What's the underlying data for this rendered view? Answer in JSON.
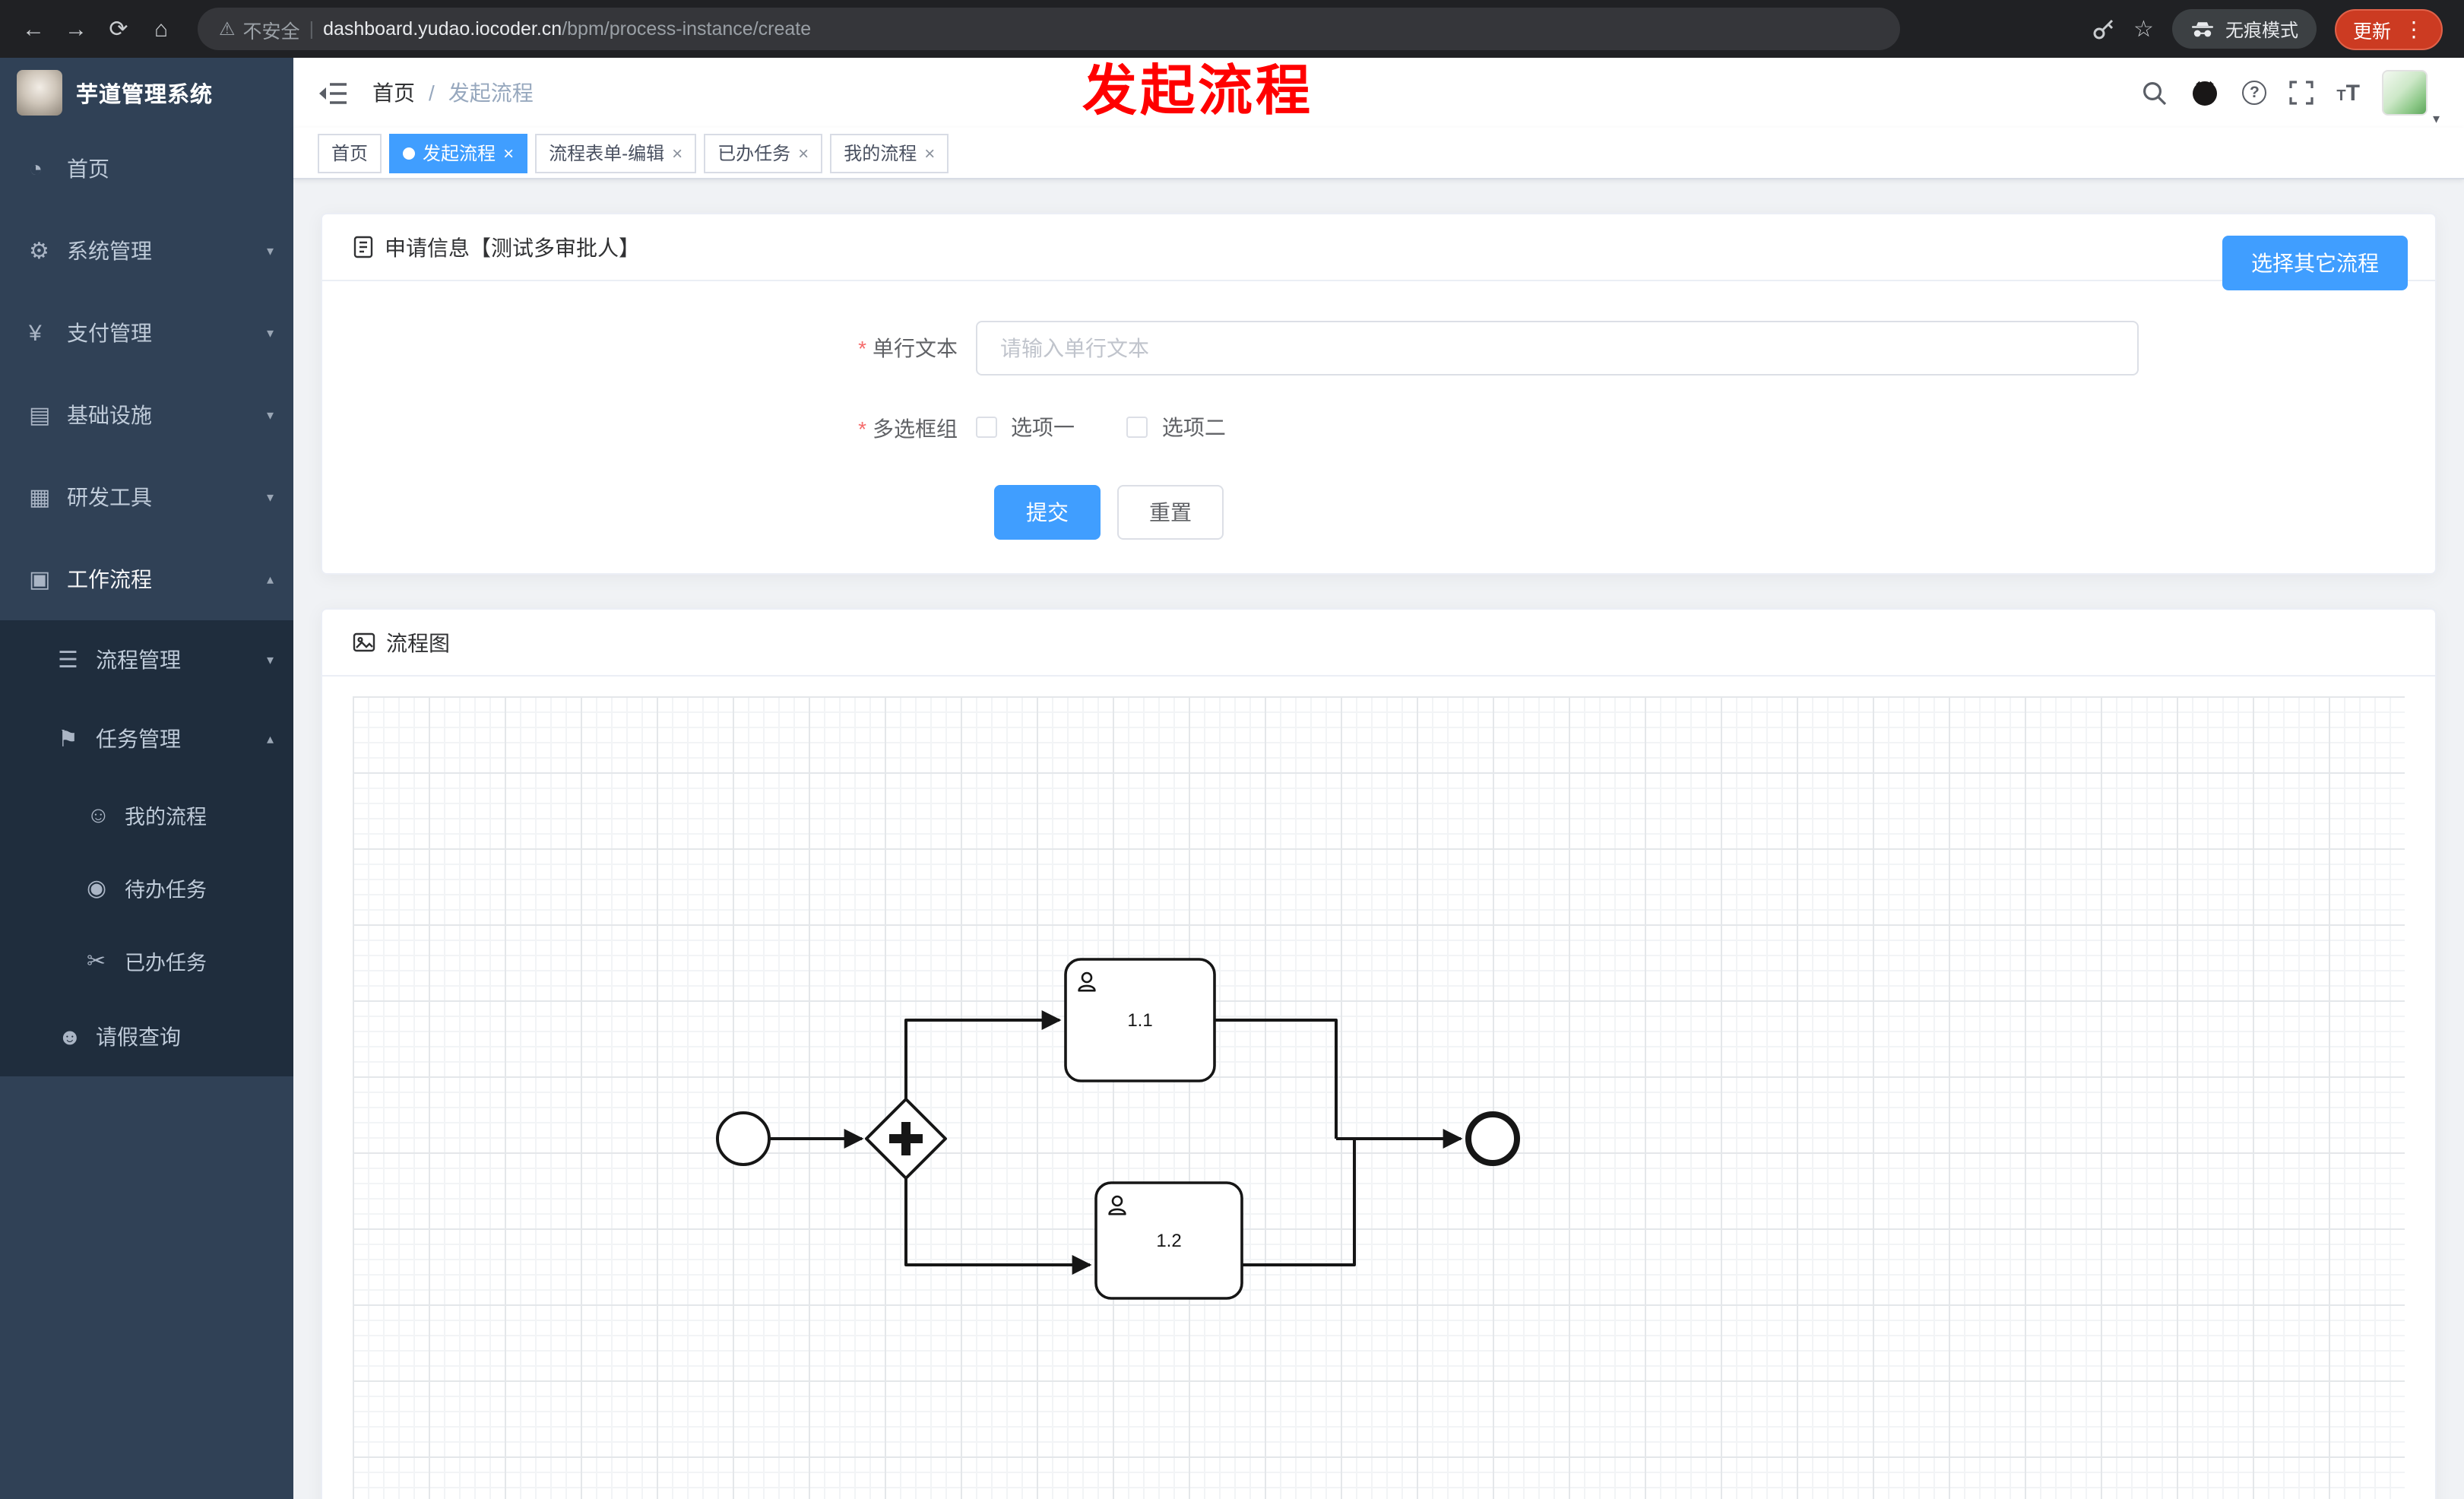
{
  "colors": {
    "primary": "#409eff",
    "annotation_red": "#ff0000",
    "sidebar_bg": "#304156",
    "submenu_bg": "#1f2d3d",
    "required_red": "#f56c6c"
  },
  "browser": {
    "security_label": "不安全",
    "url_domain": "dashboard.yudao.iocoder.cn",
    "url_path": "/bpm/process-instance/create",
    "incognito_label": "无痕模式",
    "update_button": "更新"
  },
  "annotation": {
    "text": "发起流程"
  },
  "sidebar": {
    "logo_title": "芋道管理系统",
    "items": [
      {
        "label": "首页",
        "icon": "dashboard-icon",
        "level": 1
      },
      {
        "label": "系统管理",
        "icon": "gear-icon",
        "level": 1,
        "caret": "down"
      },
      {
        "label": "支付管理",
        "icon": "payment-icon",
        "level": 1,
        "caret": "down"
      },
      {
        "label": "基础设施",
        "icon": "infrastructure-icon",
        "level": 1,
        "caret": "down"
      },
      {
        "label": "研发工具",
        "icon": "devtools-icon",
        "level": 1,
        "caret": "down"
      },
      {
        "label": "工作流程",
        "icon": "workflow-icon",
        "level": 1,
        "caret": "up",
        "expanded": true
      },
      {
        "label": "流程管理",
        "icon": "process-management-icon",
        "level": 2,
        "caret": "down"
      },
      {
        "label": "任务管理",
        "icon": "task-management-icon",
        "level": 2,
        "caret": "up",
        "expanded": true
      },
      {
        "label": "我的流程",
        "icon": "my-process-icon",
        "level": 3
      },
      {
        "label": "待办任务",
        "icon": "todo-task-icon",
        "level": 3
      },
      {
        "label": "已办任务",
        "icon": "done-task-icon",
        "level": 3
      },
      {
        "label": "请假查询",
        "icon": "leave-query-icon",
        "level": 2
      }
    ]
  },
  "navbar": {
    "breadcrumb": {
      "home": "首页",
      "separator": "/",
      "current": "发起流程"
    }
  },
  "tabs": [
    {
      "label": "首页",
      "active": false,
      "closable": false
    },
    {
      "label": "发起流程",
      "active": true,
      "closable": true
    },
    {
      "label": "流程表单-编辑",
      "active": false,
      "closable": true
    },
    {
      "label": "已办任务",
      "active": false,
      "closable": true
    },
    {
      "label": "我的流程",
      "active": false,
      "closable": true
    }
  ],
  "form_card": {
    "title": "申请信息【测试多审批人】",
    "choose_other_button": "选择其它流程",
    "text_field": {
      "label": "单行文本",
      "required": true,
      "value": "",
      "placeholder": "请输入单行文本"
    },
    "checkbox_group": {
      "label": "多选框组",
      "required": true,
      "options": [
        {
          "label": "选项一",
          "checked": false
        },
        {
          "label": "选项二",
          "checked": false
        }
      ]
    },
    "submit_button": "提交",
    "reset_button": "重置"
  },
  "diagram_card": {
    "title": "流程图",
    "bpmn": {
      "type": "process-preview",
      "nodes": [
        {
          "id": "start",
          "type": "start-event"
        },
        {
          "id": "gateway",
          "type": "parallel-gateway"
        },
        {
          "id": "task1",
          "type": "user-task",
          "label": "1.1"
        },
        {
          "id": "task2",
          "type": "user-task",
          "label": "1.2"
        },
        {
          "id": "end",
          "type": "end-event"
        }
      ],
      "flows": [
        [
          "start",
          "gateway"
        ],
        [
          "gateway",
          "task1"
        ],
        [
          "gateway",
          "task2"
        ],
        [
          "task1",
          "end"
        ],
        [
          "task2",
          "end"
        ]
      ]
    }
  }
}
